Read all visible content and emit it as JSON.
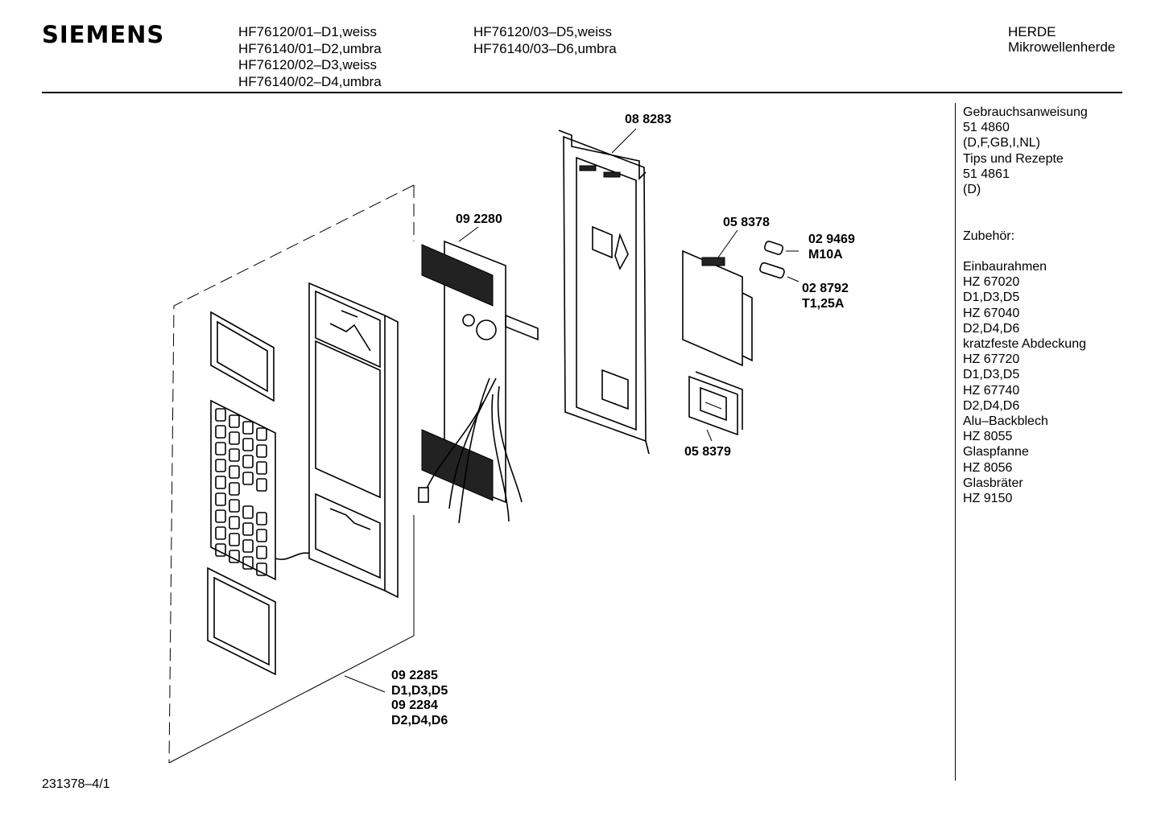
{
  "header": {
    "brand": "SIEMENS",
    "models_col1": [
      "HF76120/01–D1,weiss",
      "HF76140/01–D2,umbra",
      "HF76120/02–D3,weiss",
      "HF76140/02–D4,umbra"
    ],
    "models_col2": [
      "HF76120/03–D5,weiss",
      "HF76140/03–D6,umbra"
    ],
    "category": [
      "HERDE",
      "Mikrowellenherde"
    ]
  },
  "sidebar": {
    "lines": [
      "Gebrauchsanweisung",
      "51 4860",
      "(D,F,GB,I,NL)",
      "Tips und Rezepte",
      "51 4861",
      "(D)",
      "",
      "",
      "Zubehör:",
      "",
      "Einbaurahmen",
      "HZ 67020",
      "D1,D3,D5",
      "HZ 67040",
      "D2,D4,D6",
      "kratzfeste Abdeckung",
      "HZ 67720",
      "D1,D3,D5",
      "HZ 67740",
      "D2,D4,D6",
      "Alu–Backblech",
      "HZ 8055",
      "Glaspfanne",
      "HZ 8056",
      "Glasbräter",
      "HZ 9150"
    ]
  },
  "parts": {
    "p088283": [
      "08 8283"
    ],
    "p092280": [
      "09 2280"
    ],
    "p058378": [
      "05 8378"
    ],
    "p029469": [
      "02 9469",
      "M10A"
    ],
    "p028792": [
      "02 8792",
      "T1,25A"
    ],
    "p058379": [
      "05 8379"
    ],
    "p092285": [
      "09 2285",
      "D1,D3,D5",
      "09 2284",
      "D2,D4,D6"
    ]
  },
  "footer": {
    "drawing_number": "231378–4/1"
  }
}
